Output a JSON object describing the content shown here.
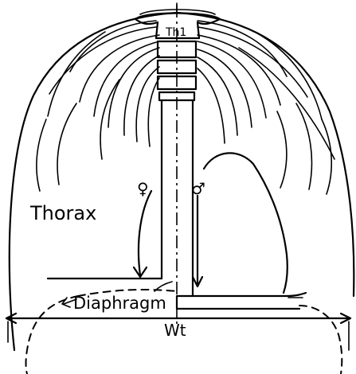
{
  "labels": {
    "vertebra": "Th1",
    "thorax": "Thorax",
    "diaphragm": "Diaphragm",
    "weight": "Wt",
    "left_symbol": "♀",
    "right_symbol": "♂"
  },
  "colors": {
    "ink": "#000000",
    "paper": "#ffffff"
  }
}
